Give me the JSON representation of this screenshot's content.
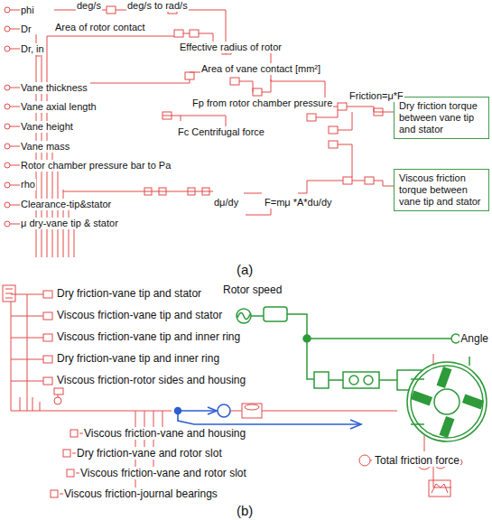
{
  "diagram": {
    "nodes": [
      {
        "text": [
          "Dry friction torque between vane tip and stator"
        ]
      },
      {
        "text": [
          "Viscous friction torque between vane tip and stator"
        ]
      }
    ],
    "labels": [
      "phi",
      "deg/s",
      "deg/s to rad/s",
      "Dr",
      "Area of rotor contact",
      "Effective radius of rotor",
      "Dr, in",
      "Area of vane contact [mm²]",
      "Vane thickness",
      "Vane axial length",
      "Fp from rotor chamber pressure",
      "Friction=μ*F",
      "Vane height",
      "Vane mass",
      "Fc Centrifugal force",
      "Rotor chamber pressure bar to Pa",
      "rho",
      "dμ/dy",
      "F=mμ *A*du/dy",
      "Clearance-tip&stator",
      "μ dry-vane tip & stator",
      "(a)",
      "Dry friction-vane tip and stator",
      "Viscous friction-vane tip and stator",
      "Viscous friction-vane tip and inner ring",
      "Dry friction-vane tip and inner ring",
      "Viscous friction-rotor sides and housing",
      "Rotor speed",
      "Angle",
      "Viscous friction-vane and housing",
      "Dry friction-vane and rotor slot",
      "Viscous friction-vane and rotor slot",
      "Viscous friction-journal bearings",
      "Total friction force",
      "(b)"
    ]
  }
}
